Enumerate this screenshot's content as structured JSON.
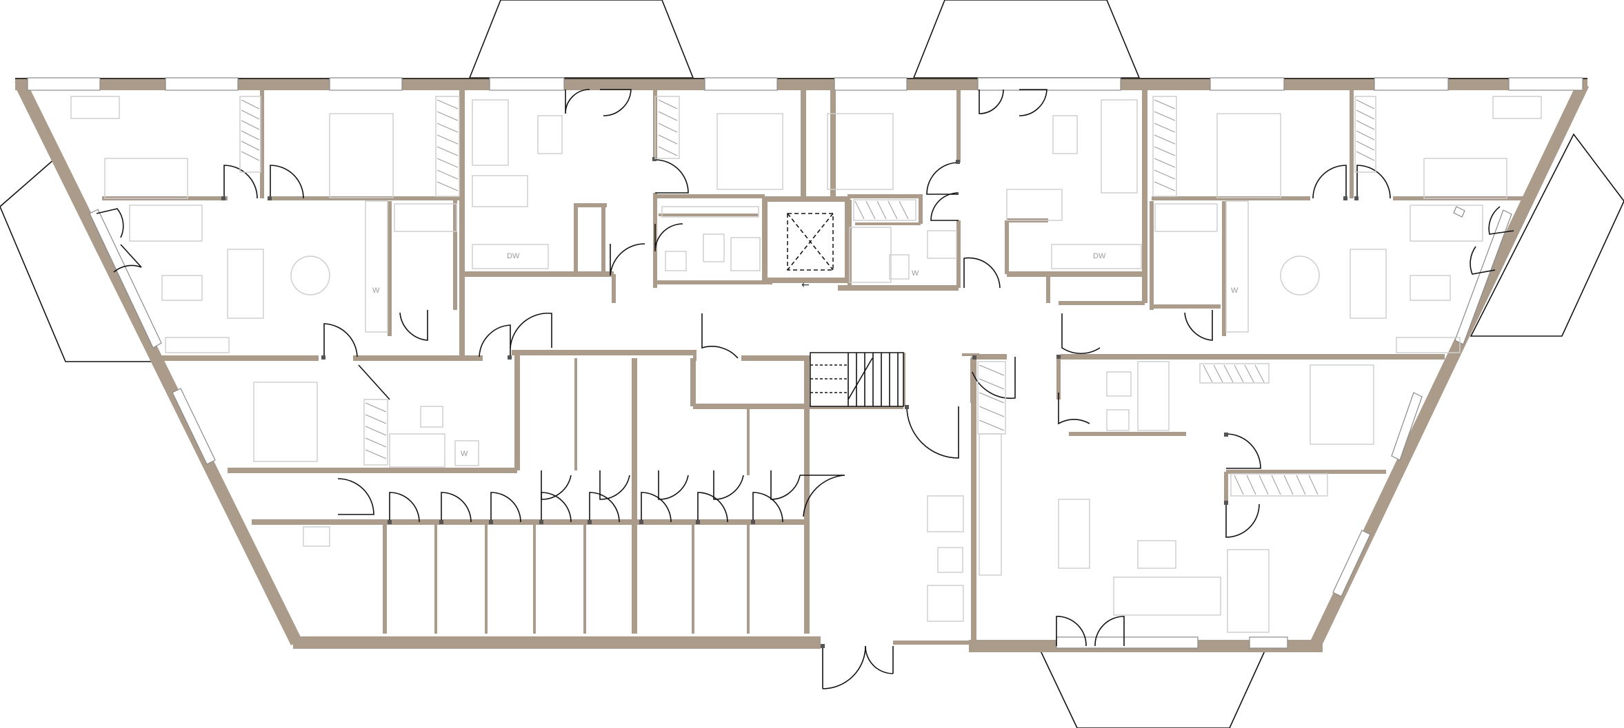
{
  "plan": {
    "wall_color": "#ab9b8b",
    "line_color": "#111111",
    "furniture_color": "#cfcfcf",
    "appliance_labels": [
      "DW",
      "DW",
      "W",
      "W",
      "W",
      "W"
    ],
    "lift_arrow": "←"
  }
}
